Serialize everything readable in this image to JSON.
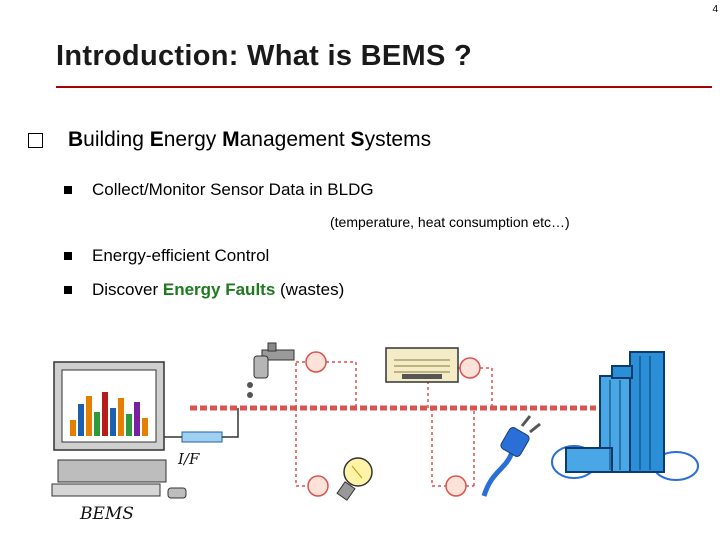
{
  "page_number": "4",
  "title": "Introduction: What is BEMS ?",
  "main_bullet": {
    "b1": "B",
    "t1": "uilding ",
    "b2": "E",
    "t2": "nergy ",
    "b3": "M",
    "t3": "anagement ",
    "b4": "S",
    "t4": "ystems"
  },
  "sub_bullets": {
    "collect": "Collect/Monitor Sensor Data in BLDG",
    "collect_note": "(temperature, heat consumption etc…)",
    "control": "Energy-efficient Control",
    "discover_prefix": "Discover ",
    "discover_highlight": "Energy Faults",
    "discover_suffix": " (wastes)"
  },
  "diagram": {
    "if_label": "I/F",
    "bems_label": "BEMS"
  },
  "colors": {
    "accent_red": "#a60000",
    "network_red": "#d9534f",
    "highlight_green": "#1f7a1f",
    "building_blue": "#2a8fd6"
  }
}
